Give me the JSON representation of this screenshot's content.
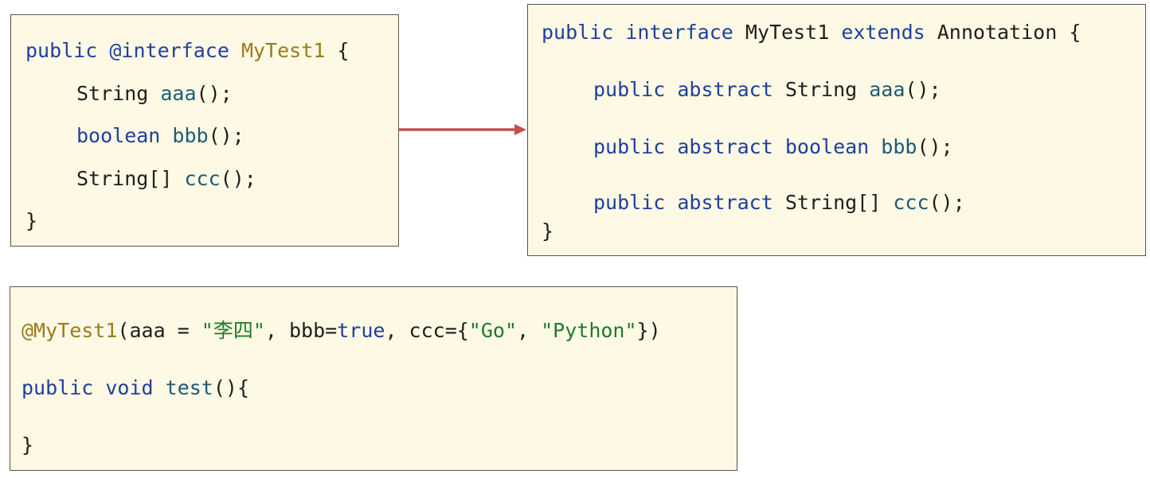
{
  "colors": {
    "box_background": "#fdf9e4",
    "box_border": "#555555",
    "keyword": "#1f3fa0",
    "method_name": "#1d5a78",
    "annotation": "#9a7b1a",
    "string_literal": "#1f7a2a",
    "plain_text": "#1e1e1e",
    "arrow": "#c0504d"
  },
  "annotation_box": {
    "line1": {
      "kw": "public",
      "at": "@interface",
      "name": "MyTest1",
      "brace": "{"
    },
    "line2": {
      "type": "String",
      "method": "aaa",
      "tail": "();"
    },
    "line3": {
      "type": "boolean",
      "method": "bbb",
      "tail": "();"
    },
    "line4": {
      "type": "String[]",
      "method": "ccc",
      "tail": "();"
    },
    "line5": {
      "brace": "}"
    }
  },
  "interface_box": {
    "line1": {
      "kw1": "public",
      "kw2": "interface",
      "name": "MyTest1",
      "kw3": "extends",
      "parent": "Annotation",
      "brace": "{"
    },
    "line2": {
      "kw1": "public",
      "kw2": "abstract",
      "type": "String",
      "method": "aaa",
      "tail": "();"
    },
    "line3": {
      "kw1": "public",
      "kw2": "abstract",
      "type": "boolean",
      "method": "bbb",
      "tail": "();"
    },
    "line4": {
      "kw1": "public",
      "kw2": "abstract",
      "type": "String[]",
      "method": "ccc",
      "tail": "();"
    },
    "line5": {
      "brace": "}"
    }
  },
  "usage_box": {
    "line1": {
      "annotation": "@MyTest1",
      "open": "(",
      "arg1": "aaa = ",
      "val1": "\"李四\"",
      "sep1": ", bbb=",
      "val2": "true",
      "sep2": ", ccc={",
      "val3": "\"Go\"",
      "sep3": ", ",
      "val4": "\"Python\"",
      "close": "})"
    },
    "line2": {
      "kw1": "public",
      "kw2": "void",
      "method": "test",
      "tail": "(){"
    },
    "line3": {
      "brace": "}"
    }
  }
}
